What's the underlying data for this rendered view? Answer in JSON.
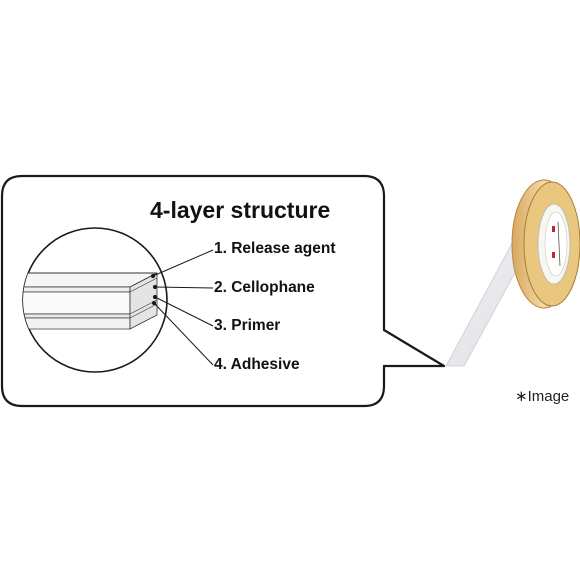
{
  "callout": {
    "title": "4-layer structure",
    "layers": [
      "1. Release agent",
      "2. Cellophane",
      "3. Primer",
      "4. Adhesive"
    ]
  },
  "footnote": "∗Image",
  "icons": {
    "product": "tape-roll-icon",
    "diagram": "layer-cross-section-icon"
  },
  "colors": {
    "outline": "#1a1a1a",
    "tape_roll": "#e8c98a",
    "background": "#ffffff"
  }
}
